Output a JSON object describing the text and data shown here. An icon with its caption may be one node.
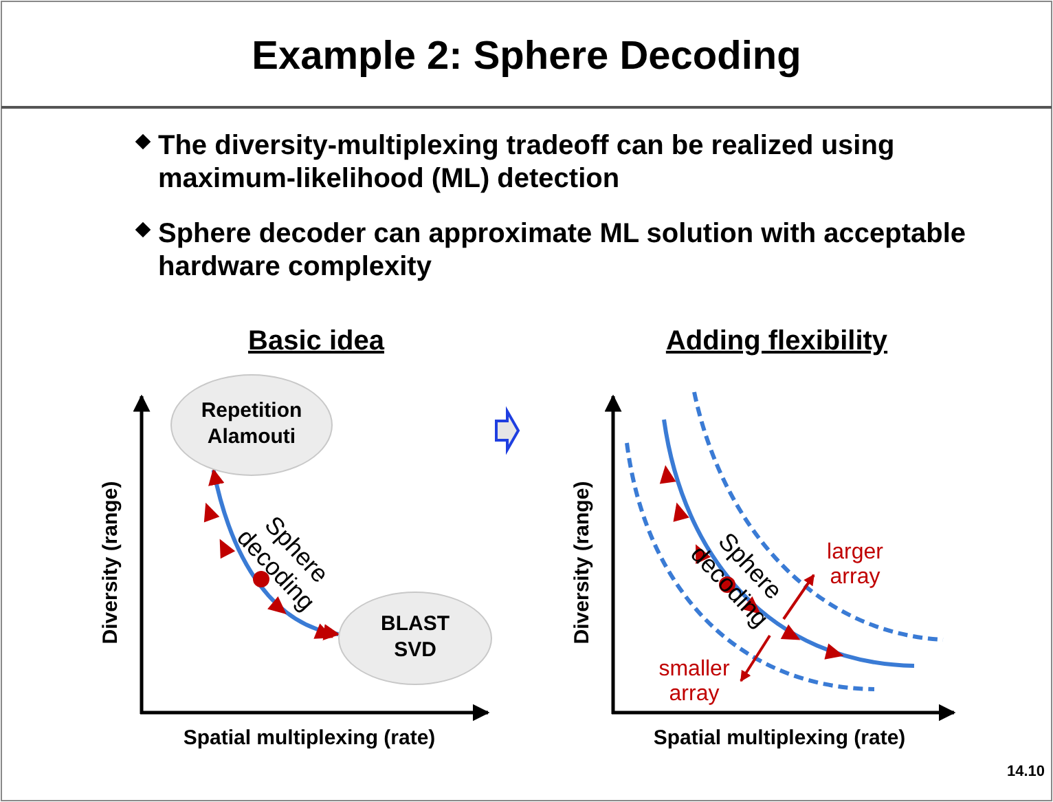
{
  "diagram": {
    "title": "Example 2: Sphere Decoding",
    "nodes": [
      {
        "text": [
          "Repetition Alamouti"
        ]
      },
      {
        "text": [
          "BLAST SVD"
        ]
      }
    ],
    "edges": [
      {
        "from": 0,
        "to": 1,
        "arrow": "both",
        "label": "Sphere decoding"
      }
    ],
    "labels": [
      "The diversity-multiplexing tradeoff can be realized using maximum-likelihood (ML) detection",
      "Sphere decoder can approximate ML solution with acceptable hardware complexity",
      "Basic idea",
      "Adding flexibility",
      "Diversity (range)",
      "Spatial multiplexing (rate)",
      "Diversity (range)",
      "Sphere decoding",
      "larger array",
      "smaller array",
      "Spatial multiplexing (rate)",
      "14.10"
    ]
  }
}
